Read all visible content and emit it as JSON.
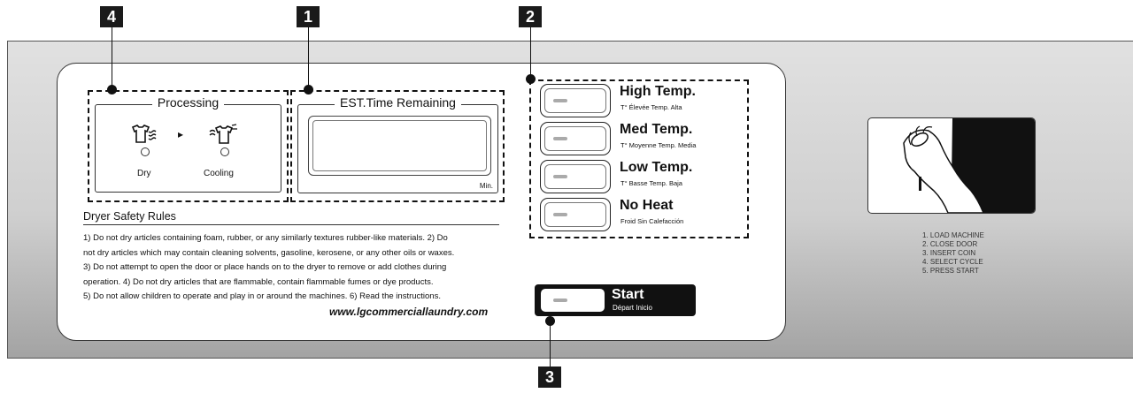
{
  "callouts": {
    "c1": "1",
    "c2": "2",
    "c3": "3",
    "c4": "4"
  },
  "processing": {
    "title": "Processing",
    "arrow": "▸",
    "dry_label": "Dry",
    "cooling_label": "Cooling"
  },
  "time_remaining": {
    "title": "EST.Time Remaining",
    "unit": "Min."
  },
  "temperature_buttons": [
    {
      "name": "High Temp.",
      "sub": "T° Élevée  Temp. Alta"
    },
    {
      "name": "Med Temp.",
      "sub": "T° Moyenne  Temp. Media"
    },
    {
      "name": "Low Temp.",
      "sub": "T° Basse  Temp. Baja"
    },
    {
      "name": "No Heat",
      "sub": "Froid  Sin Calefacción"
    }
  ],
  "start": {
    "name": "Start",
    "sub": "Départ  Inicio"
  },
  "safety": {
    "heading": "Dryer Safety Rules",
    "lines": [
      "1) Do not dry articles containing foam, rubber, or any similarly textures rubber-like materials.   2) Do",
      "not dry articles which may contain cleaning solvents, gasoline, kerosene, or any other oils or waxes.",
      "3) Do not attempt to open the door or place hands on to the dryer to remove or add clothes during",
      "operation.   4) Do not dry articles that are flammable, contain flammable fumes or dye products.",
      "5) Do not allow children to operate and play in or around the machines.   6) Read the instructions."
    ],
    "url": "www.lgcommerciallaundry.com"
  },
  "instructions": [
    "1. LOAD MACHINE",
    "2. CLOSE DOOR",
    "3. INSERT COIN",
    "4. SELECT CYCLE",
    "5. PRESS START"
  ],
  "icons": {
    "dry": "shirt-heat-icon",
    "cooling": "shirt-cooling-icon",
    "coin": "hand-coin-icon"
  }
}
